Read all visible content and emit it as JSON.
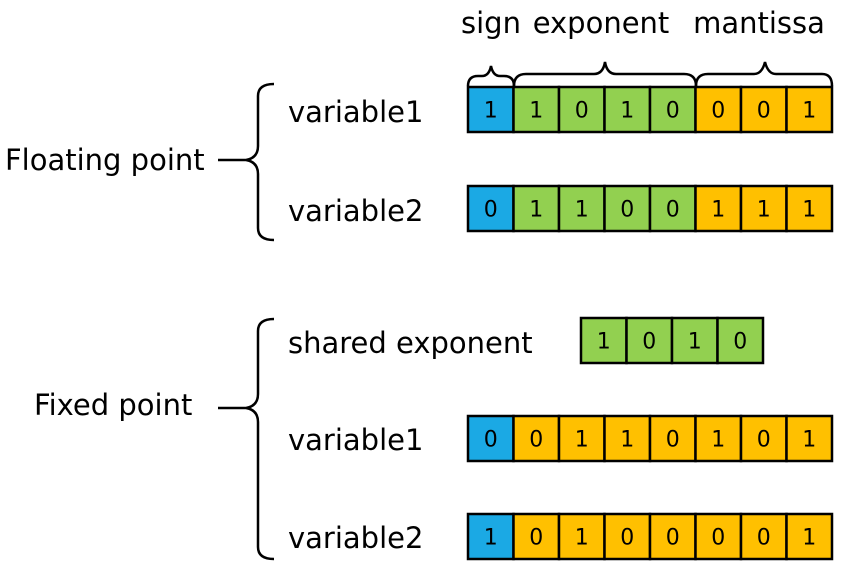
{
  "header": {
    "sign_label": "sign",
    "exponent_label": "exponent",
    "mantissa_label": "mantissa"
  },
  "floating": {
    "group_label": "Floating point",
    "var1_label": "variable1",
    "var2_label": "variable2",
    "var1_bits": [
      "1",
      "1",
      "0",
      "1",
      "0",
      "0",
      "0",
      "1"
    ],
    "var2_bits": [
      "0",
      "1",
      "1",
      "0",
      "0",
      "1",
      "1",
      "1"
    ],
    "var1_types": [
      "sign",
      "exponent",
      "exponent",
      "exponent",
      "exponent",
      "mantissa",
      "mantissa",
      "mantissa"
    ],
    "var2_types": [
      "sign",
      "exponent",
      "exponent",
      "exponent",
      "exponent",
      "mantissa",
      "mantissa",
      "mantissa"
    ]
  },
  "fixed": {
    "group_label": "Fixed point",
    "shared_label": "shared exponent",
    "var1_label": "variable1",
    "var2_label": "variable2",
    "shared_bits": [
      "1",
      "0",
      "1",
      "0"
    ],
    "shared_types": [
      "exponent",
      "exponent",
      "exponent",
      "exponent"
    ],
    "var1_bits": [
      "0",
      "0",
      "1",
      "1",
      "0",
      "1",
      "0",
      "1"
    ],
    "var2_bits": [
      "1",
      "0",
      "1",
      "0",
      "0",
      "0",
      "0",
      "1"
    ],
    "var1_types": [
      "sign",
      "mantissa",
      "mantissa",
      "mantissa",
      "mantissa",
      "mantissa",
      "mantissa",
      "mantissa"
    ],
    "var2_types": [
      "sign",
      "mantissa",
      "mantissa",
      "mantissa",
      "mantissa",
      "mantissa",
      "mantissa",
      "mantissa"
    ]
  },
  "colors": {
    "sign": "#1ba9e4",
    "exponent": "#92d050",
    "mantissa": "#ffc000",
    "stroke": "#000000"
  }
}
